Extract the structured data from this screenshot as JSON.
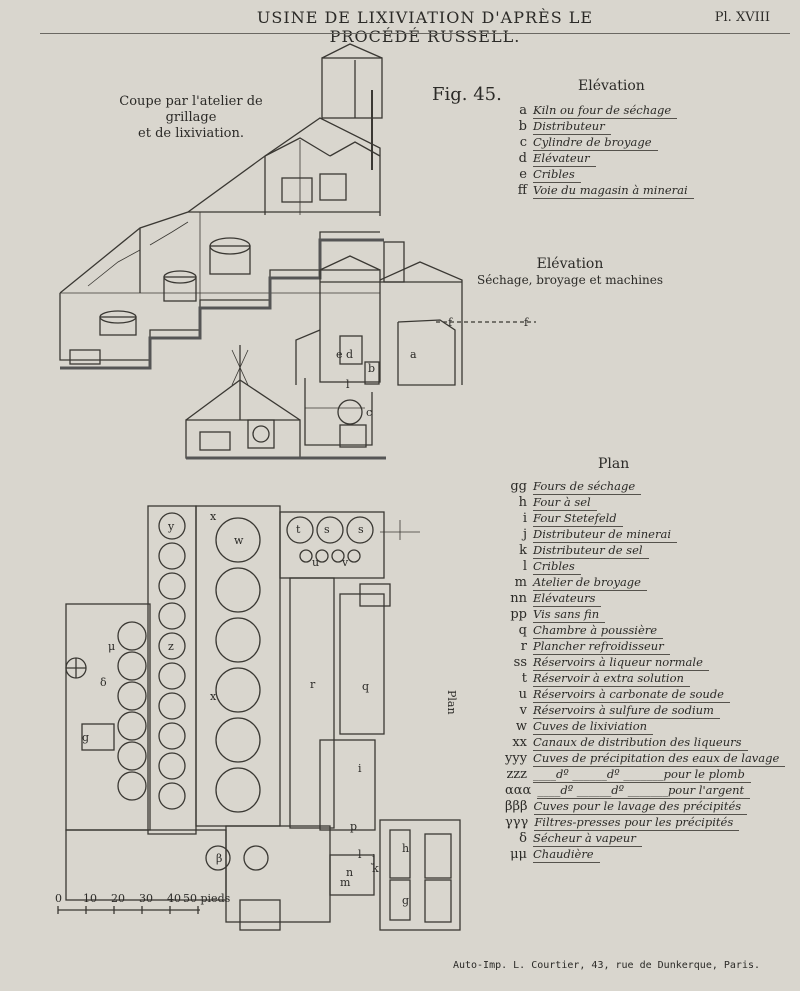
{
  "header": {
    "title": "USINE DE LIXIVIATION D'APRÈS LE PROCÉDÉ RUSSELL.",
    "plate": "Pl. XVIII"
  },
  "figure": {
    "number": "Fig. 45."
  },
  "section_view": {
    "caption_line1": "Coupe par l'atelier de grillage",
    "caption_line2": "et de lixiviation."
  },
  "elevation_drying": {
    "caption_line1": "Elévation",
    "caption_line2": "Séchage, broyage et machines",
    "labels": [
      "f",
      "f",
      "e",
      "d",
      "a",
      "b",
      "l",
      "c"
    ]
  },
  "plan_view": {
    "side_label": "Plan",
    "scale_ticks": [
      "0",
      "10",
      "20",
      "30",
      "40",
      "50 pieds"
    ],
    "labels": [
      "y",
      "z",
      "w",
      "t",
      "s",
      "s",
      "u",
      "v",
      "x",
      "x",
      "r",
      "q",
      "g",
      "i",
      "p",
      "k",
      "j",
      "n",
      "l",
      "m",
      "h",
      "g",
      "β",
      "δ",
      "μ"
    ]
  },
  "legend_elevation": {
    "heading": "Elévation",
    "items": [
      {
        "key": "a",
        "text": "Kiln ou four de séchage"
      },
      {
        "key": "b",
        "text": "Distributeur"
      },
      {
        "key": "c",
        "text": "Cylindre de broyage"
      },
      {
        "key": "d",
        "text": "Elévateur"
      },
      {
        "key": "e",
        "text": "Cribles"
      },
      {
        "key": "ff",
        "text": "Voie du magasin à minerai"
      }
    ]
  },
  "legend_plan": {
    "heading": "Plan",
    "items": [
      {
        "key": "gg",
        "text": "Fours de séchage"
      },
      {
        "key": "h",
        "text": "Four à sel"
      },
      {
        "key": "i",
        "text": "Four Stetefeld"
      },
      {
        "key": "j",
        "text": "Distributeur de minerai"
      },
      {
        "key": "k",
        "text": "Distributeur de sel"
      },
      {
        "key": "l",
        "text": "Cribles"
      },
      {
        "key": "m",
        "text": "Atelier de broyage"
      },
      {
        "key": "nn",
        "text": "Elévateurs"
      },
      {
        "key": "pp",
        "text": "Vis sans fin"
      },
      {
        "key": "q",
        "text": "Chambre à poussière"
      },
      {
        "key": "r",
        "text": "Plancher refroidisseur"
      },
      {
        "key": "ss",
        "text": "Réservoirs à liqueur normale"
      },
      {
        "key": "t",
        "text": "Réservoir à extra solution"
      },
      {
        "key": "u",
        "text": "Réservoirs à carbonate de soude"
      },
      {
        "key": "v",
        "text": "Réservoirs à sulfure de sodium"
      },
      {
        "key": "w",
        "text": "Cuves de lixiviation"
      },
      {
        "key": "xx",
        "text": "Canaux de distribution des liqueurs"
      },
      {
        "key": "yyy",
        "text": "Cuves de précipitation des eaux de lavage"
      },
      {
        "key": "zzz",
        "text": "____dº ______dº _______pour le plomb"
      },
      {
        "key": "ααα",
        "text": "____dº ______dº _______pour l'argent"
      },
      {
        "key": "βββ",
        "text": "Cuves pour le lavage des précipités"
      },
      {
        "key": "γγγ",
        "text": "Filtres-presses pour les précipités"
      },
      {
        "key": "δ",
        "text": "Sécheur à vapeur"
      },
      {
        "key": "μμ",
        "text": "Chaudière"
      }
    ]
  },
  "imprint": "Auto-Imp. L. Courtier, 43, rue de Dunkerque, Paris."
}
